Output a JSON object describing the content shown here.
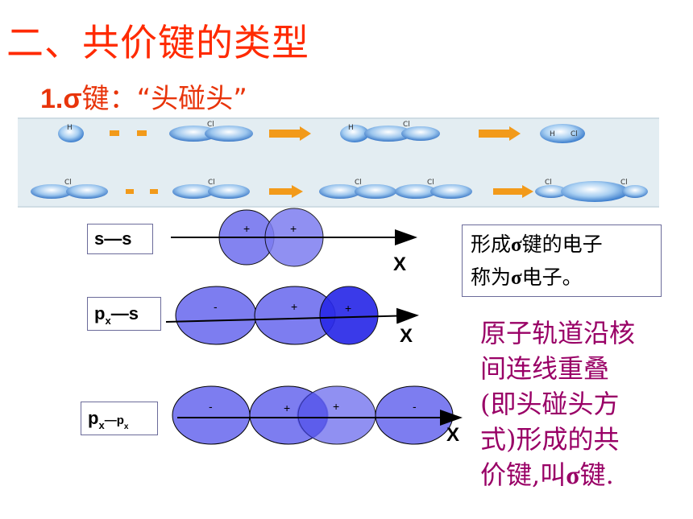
{
  "title": "二、共价键的类型",
  "subtitle": {
    "number": "1.σ",
    "text": "键：“头碰头”"
  },
  "panel": {
    "row1": [
      "H",
      "Cl",
      "H",
      "Cl",
      "H",
      "Cl"
    ],
    "row2": [
      "Cl",
      "Cl",
      "Cl",
      "Cl",
      "Cl",
      "Cl"
    ]
  },
  "diagrams": {
    "ss": {
      "label_main": "s—s",
      "axis": "X",
      "signs": [
        "+",
        "+"
      ]
    },
    "pxs": {
      "label_p": "p",
      "label_sub": "x",
      "label_rest": "—s",
      "axis": "X",
      "signs": [
        "-",
        "+",
        "+"
      ]
    },
    "pxpx": {
      "label_p": "p",
      "label_sub": "x",
      "label_dash": "—p",
      "label_sub2": "x",
      "axis": "X",
      "signs": [
        "-",
        "+",
        "+",
        "-"
      ]
    }
  },
  "info": {
    "line1_a": "形成",
    "line1_sigma": "σ",
    "line1_b": "键的电子",
    "line2_a": "称为",
    "line2_sigma": "σ",
    "line2_b": "电子。"
  },
  "description": {
    "line1": "原子轨道沿核",
    "line2": "间连线重叠",
    "line3": "(即头碰头方",
    "line4": "式)形成的共",
    "line5_a": "价键,叫",
    "line5_sigma": "σ",
    "line5_b": "键."
  },
  "colors": {
    "title": "#ff2a00",
    "orbital_fill": "#7d7df0",
    "orbital_dark": "#2a2ae8",
    "description": "#990066"
  }
}
